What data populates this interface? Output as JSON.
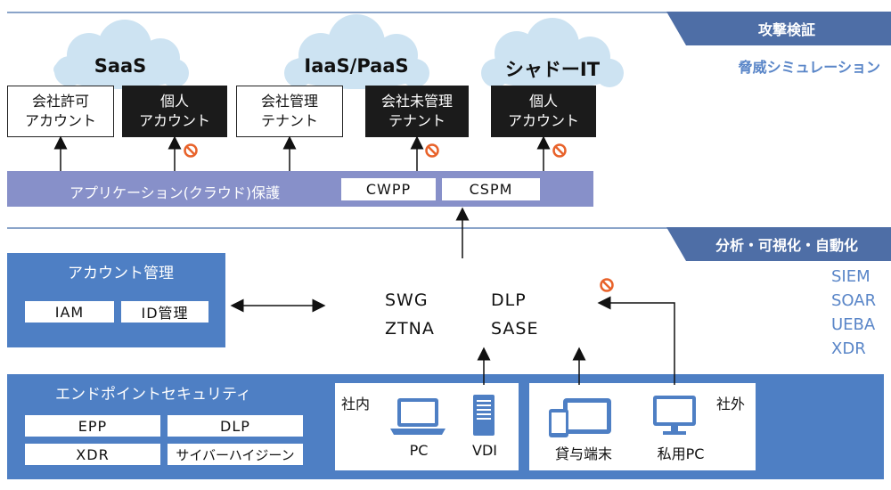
{
  "banners": {
    "top": "攻撃検証",
    "top_sub": "脅威シミュレーション",
    "bottom": "分析・可視化・自動化",
    "bottom_items": [
      "SIEM",
      "SOAR",
      "UEBA",
      "XDR"
    ]
  },
  "clouds": [
    {
      "title": "SaaS"
    },
    {
      "title": "IaaS/PaaS"
    },
    {
      "title": "シャドーIT"
    }
  ],
  "accounts": [
    {
      "label": "会社許可\nアカウント",
      "style": "white",
      "blocked": false
    },
    {
      "label": "個人\nアカウント",
      "style": "black",
      "blocked": true
    },
    {
      "label": "会社管理\nテナント",
      "style": "white",
      "blocked": false
    },
    {
      "label": "会社未管理\nテナント",
      "style": "black",
      "blocked": true
    },
    {
      "label": "個人\nアカウント",
      "style": "black",
      "blocked": true
    }
  ],
  "app_protection": {
    "label": "アプリケーション(クラウド)保護",
    "items": [
      "CWPP",
      "CSPM"
    ]
  },
  "account_mgmt": {
    "title": "アカウント管理",
    "items": [
      "IAM",
      "ID管理"
    ]
  },
  "network": {
    "left": [
      "SWG",
      "ZTNA"
    ],
    "right": [
      "DLP",
      "SASE"
    ]
  },
  "endpoint": {
    "title": "エンドポイントセキュリティ",
    "items": [
      "EPP",
      "DLP",
      "XDR",
      "サイバーハイジーン"
    ]
  },
  "internal": {
    "label": "社内",
    "devices": [
      {
        "label": "PC",
        "icon": "laptop-icon"
      },
      {
        "label": "VDI",
        "icon": "server-icon"
      }
    ]
  },
  "external": {
    "label": "社外",
    "devices": [
      {
        "label": "貸与端末",
        "icon": "mobile-devices-icon"
      },
      {
        "label": "私用PC",
        "icon": "monitor-icon"
      }
    ]
  },
  "colors": {
    "banner": "#4e6ea6",
    "panel": "#4e7fc4",
    "bar": "#8790c9",
    "cloud": "#cde3f2",
    "block": "#e8622a",
    "accent_text": "#5a86c8"
  }
}
